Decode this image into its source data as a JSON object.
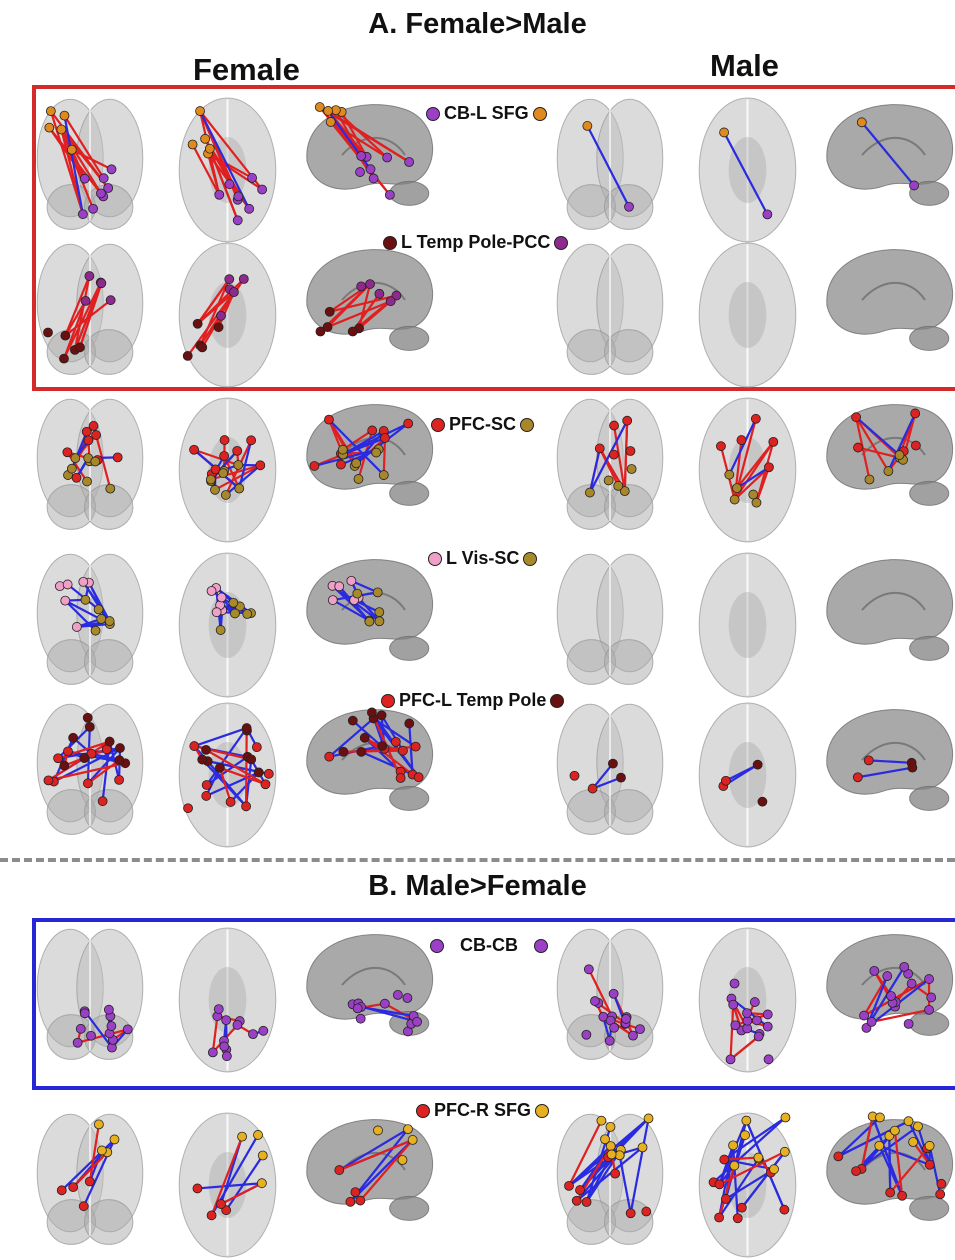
{
  "titles": {
    "section_a": "A. Female>Male",
    "section_b": "B. Male>Female",
    "female": "Female",
    "male": "Male"
  },
  "colors": {
    "female_box": "#d42a2a",
    "male_box": "#2626d6",
    "red_edge": "#e02020",
    "blue_edge": "#2a2ae0",
    "brain": "#c8c8c8"
  },
  "rows": [
    {
      "id": "cb-lsfg",
      "label": "CB-L SFG",
      "left_color": "#9a3fc6",
      "right_color": "#e08a1e"
    },
    {
      "id": "ltemp-pcc",
      "label": "L Temp Pole-PCC",
      "left_color": "#6a1010",
      "right_color": "#8e2a8e"
    },
    {
      "id": "pfc-sc",
      "label": "PFC-SC",
      "left_color": "#dd2222",
      "right_color": "#a8862a"
    },
    {
      "id": "lvis-sc",
      "label": "L Vis-SC",
      "left_color": "#f0a0c8",
      "right_color": "#a88a2a"
    },
    {
      "id": "pfc-ltemp",
      "label": "PFC-L Temp Pole",
      "left_color": "#dd2222",
      "right_color": "#6a1010"
    },
    {
      "id": "cb-cb",
      "label": "CB-CB",
      "left_color": "#9a3fc6",
      "right_color": "#9a3fc6"
    },
    {
      "id": "pfc-rsfg",
      "label": "PFC-R SFG",
      "left_color": "#dd2222",
      "right_color": "#e6b020"
    }
  ]
}
